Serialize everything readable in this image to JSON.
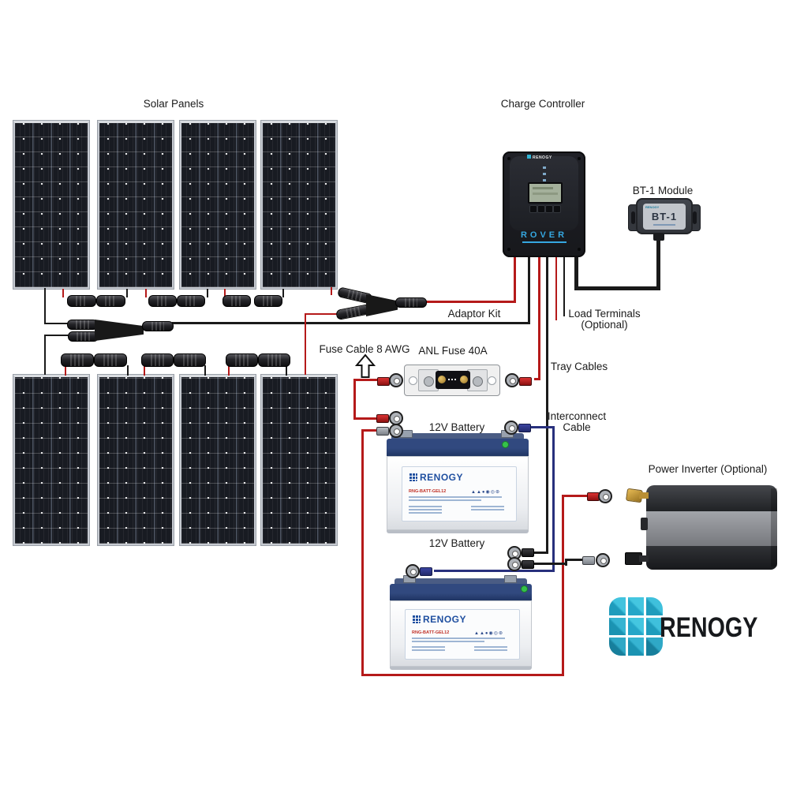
{
  "labels": {
    "solar_panels": "Solar Panels",
    "charge_controller": "Charge Controller",
    "bt1_module": "BT-1 Module",
    "adaptor_kit": "Adaptor Kit",
    "load_terminals_line1": "Load Terminals",
    "load_terminals_line2": "(Optional)",
    "fuse_cable": "Fuse Cable 8 AWG",
    "anl_fuse": "ANL Fuse 40A",
    "tray_cables": "Tray Cables",
    "interconnect_line1": "Interconnect",
    "interconnect_line2": "Cable",
    "battery_top": "12V Battery",
    "battery_bottom": "12V Battery",
    "power_inverter": "Power Inverter (Optional)"
  },
  "controller": {
    "brand": "RENOGY",
    "model": "ROVER"
  },
  "bt1": {
    "brand": "RENOGY",
    "model": "BT-1"
  },
  "battery": {
    "brand": "RENOGY",
    "model": "RNG-BATT-GEL12",
    "cert_marks": "▲▲●◉◎⊛"
  },
  "brand_logo": {
    "text": "RENOGY"
  },
  "colors": {
    "wire_red": "#b51a1a",
    "wire_black": "#1a1a1a",
    "wire_navy": "#28307d",
    "logo_teal": "#2fb3d4",
    "battery_navy": "#2a4079",
    "rover_blue": "#35a7e0"
  }
}
